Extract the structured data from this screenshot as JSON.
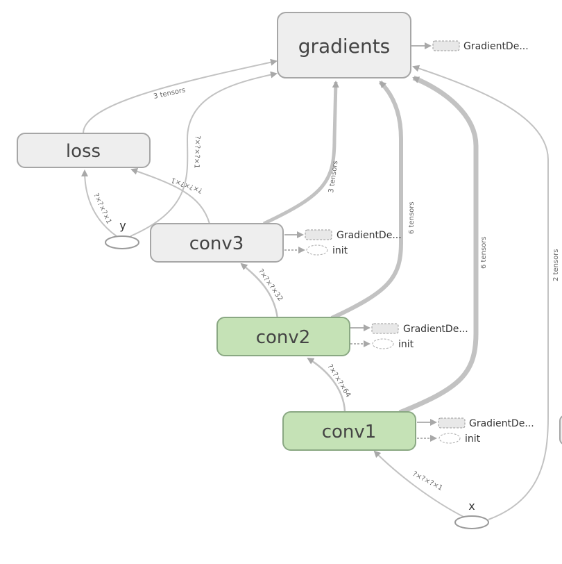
{
  "colors": {
    "edge": "#bdbdbd",
    "edge_dark": "#a0a0a0",
    "node_fill_gray": "#eeeeee",
    "node_stroke_gray": "#a6a6a6",
    "node_fill_green": "#c5e2b6",
    "node_stroke_green": "#8aa883",
    "aux_fill": "#e8e8e8",
    "aux_stroke": "#999999"
  },
  "nodes": {
    "gradients": "gradients",
    "loss": "loss",
    "conv3": "conv3",
    "conv2": "conv2",
    "conv1": "conv1"
  },
  "inputs": {
    "y": "y",
    "x": "x"
  },
  "aux": {
    "gradients_grad": "GradientDe...",
    "conv3_grad": "GradientDe...",
    "conv3_init": "init",
    "conv2_grad": "GradientDe...",
    "conv2_init": "init",
    "conv1_grad": "GradientDe...",
    "conv1_init": "init"
  },
  "edge_labels": {
    "loss_to_gradients": "3 tensors",
    "y_to_gradients": "?×?×?×1",
    "conv3_to_loss": "?×?×?×1",
    "y_to_loss": "?×?×?×1",
    "conv3_to_gradients": "3 tensors",
    "conv2_to_gradients": "6 tensors",
    "conv1_to_gradients": "6 tensors",
    "x_to_gradients": "2 tensors",
    "conv2_to_conv3": "?×?×?×32",
    "conv1_to_conv2": "?×?×?×64",
    "x_to_conv1": "?×?×?×1"
  }
}
